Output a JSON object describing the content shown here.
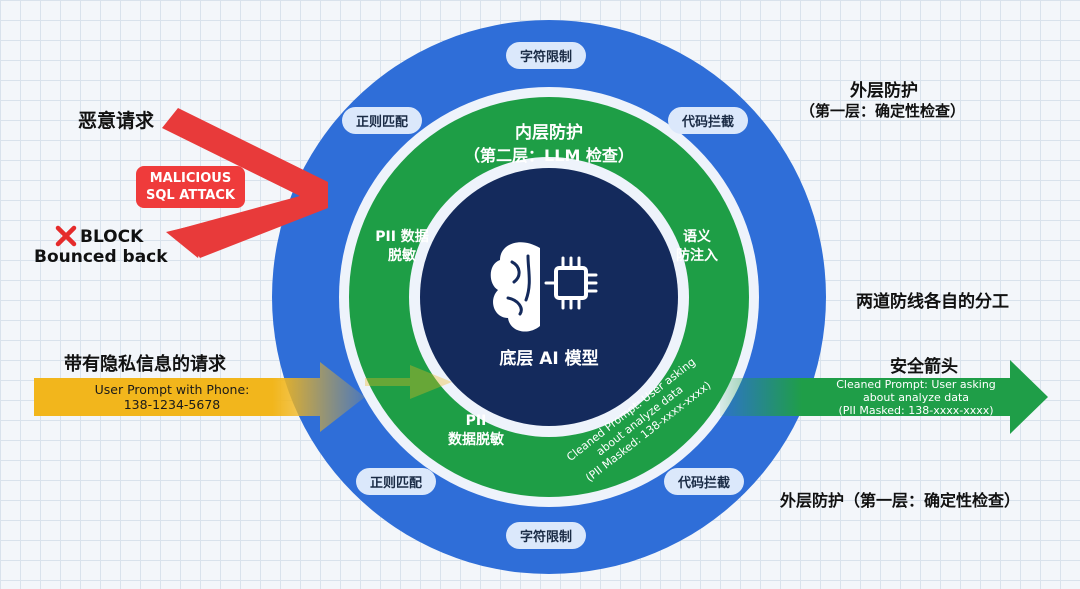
{
  "colors": {
    "outer_ring": "#2f6ed8",
    "middle_ring": "#1e9e46",
    "core": "#142a5c",
    "malicious_arrow": "#e83a3a",
    "request_arrow": "#f2b61c",
    "safe_arrow": "#1f9e48",
    "pill_bg": "#dbe8fb"
  },
  "outer_ring": {
    "top_pill": "字符限制",
    "left_top_pill": "正则匹配",
    "right_top_pill": "代码拦截",
    "left_bottom_pill": "正则匹配",
    "right_bottom_pill": "代码拦截",
    "bottom_pill": "字符限制"
  },
  "inner_ring": {
    "title": "内层防护",
    "subtitle": "（第二层：LLM 检查）",
    "pii_left": [
      "PII 数据",
      "脱敏"
    ],
    "injection": [
      "语义",
      "防注入"
    ],
    "pii_bottom": [
      "PII",
      "数据脱敏"
    ],
    "cleaned": [
      "Cleaned Prompt: User asking",
      "about analyze data",
      "(PII Masked: 138-xxxx-xxxx)"
    ]
  },
  "core": {
    "label": "底层 AI 模型",
    "icon": "brain-chip-icon"
  },
  "attack": {
    "label": "恶意请求",
    "badge": [
      "MALICIOUS",
      "SQL ATTACK"
    ],
    "block_label": "BLOCK",
    "block_icon": "x-mark-icon",
    "bounced": "Bounced back"
  },
  "request": {
    "label": "带有隐私信息的请求",
    "arrow_text": [
      "User Prompt with Phone:",
      "138-1234-5678"
    ]
  },
  "right": {
    "outer_title": "外层防护",
    "outer_subtitle": "（第一层：确定性检查）",
    "division": "两道防线各自的分工",
    "safe_arrow_title": "安全箭头",
    "safe_arrow_text": [
      "Cleaned Prompt: User asking",
      "about analyze data",
      "(PII Masked: 138-xxxx-xxxx)"
    ],
    "bottom_note": "外层防护（第一层：确定性检查）"
  }
}
